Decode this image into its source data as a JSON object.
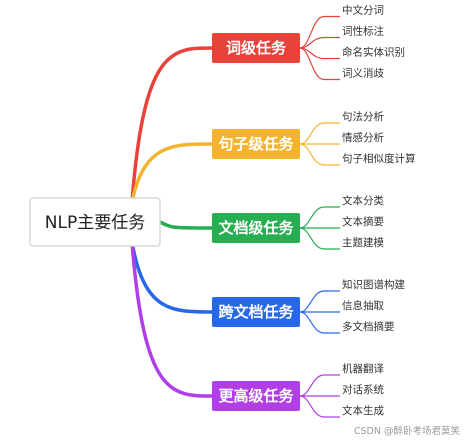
{
  "root": {
    "label": "NLP主要任务"
  },
  "branches": [
    {
      "label": "词级任务",
      "color": "#e8423a",
      "leaves": [
        "中文分词",
        "词性标注",
        "命名实体识别",
        "词义消歧"
      ]
    },
    {
      "label": "句子级任务",
      "color": "#f2b430",
      "leaves": [
        "句法分析",
        "情感分析",
        "句子相似度计算"
      ]
    },
    {
      "label": "文档级任务",
      "color": "#27ae52",
      "leaves": [
        "文本分类",
        "文本摘要",
        "主题建模"
      ]
    },
    {
      "label": "跨文档任务",
      "color": "#2868e8",
      "leaves": [
        "知识图谱构建",
        "信息抽取",
        "多文档摘要"
      ]
    },
    {
      "label": "更高级任务",
      "color": "#b13ee6",
      "leaves": [
        "机器翻译",
        "对话系统",
        "文本生成"
      ]
    }
  ],
  "watermark": "CSDN @醉卧考场君莫笑"
}
